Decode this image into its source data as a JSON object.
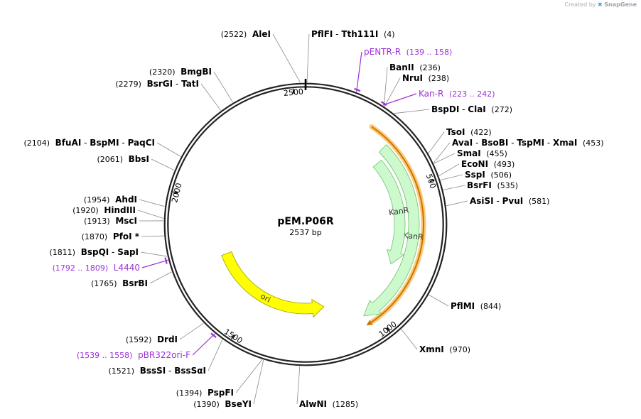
{
  "credit": {
    "prefix": "Created by",
    "brand": "SnapGene"
  },
  "plasmid": {
    "name": "pEM.P06R",
    "length_label": "2537 bp",
    "length": 2537
  },
  "ticks": [
    {
      "pos": 500,
      "label": "500"
    },
    {
      "pos": 1000,
      "label": "1000"
    },
    {
      "pos": 1500,
      "label": "1500"
    },
    {
      "pos": 2000,
      "label": "2000"
    },
    {
      "pos": 2500,
      "label": "2500"
    }
  ],
  "colors": {
    "primer": "#9b30d9",
    "kanr_fill": "#ccfacc",
    "kanr_stroke": "#6fc06f",
    "ori_fill": "#ffff00",
    "ori_stroke": "#a0a000",
    "orf": "#c87800",
    "orf_glow": "#ffc87a",
    "ring": "#222222",
    "leader": "#8a8a8a"
  },
  "features": [
    {
      "id": "kanr-outer",
      "label": "KanR",
      "start": 320,
      "end": 1040,
      "strand": 1,
      "color": "#ccfacc"
    },
    {
      "id": "kanr-inner",
      "label": "KanR",
      "start": 350,
      "end": 810,
      "strand": 1,
      "color": "#ccfacc"
    },
    {
      "id": "ori",
      "label": "ori",
      "start": 1180,
      "end": 1760,
      "strand": -1,
      "color": "#ffff00"
    }
  ],
  "orf": {
    "start": 240,
    "end": 1050
  },
  "sites": [
    {
      "kind": "enzyme",
      "pos": 2522,
      "parts": [
        "(2522)",
        "AleI"
      ]
    },
    {
      "kind": "enzyme",
      "pos": 4,
      "parts": [
        "PflFI",
        " - ",
        "Tth111I",
        "(4)"
      ]
    },
    {
      "kind": "primer",
      "pos": 148,
      "parts": [
        "pENTR-R",
        "(139 .. 158)"
      ]
    },
    {
      "kind": "enzyme",
      "pos": 236,
      "parts": [
        "BanII",
        "(236)"
      ]
    },
    {
      "kind": "enzyme",
      "pos": 238,
      "parts": [
        "NruI",
        "(238)"
      ]
    },
    {
      "kind": "primer",
      "pos": 232,
      "parts": [
        "Kan-R",
        "(223 .. 242)"
      ]
    },
    {
      "kind": "enzyme",
      "pos": 272,
      "parts": [
        "BspDI",
        " - ",
        "ClaI",
        "(272)"
      ]
    },
    {
      "kind": "enzyme",
      "pos": 422,
      "parts": [
        "TsoI",
        "(422)"
      ]
    },
    {
      "kind": "enzyme",
      "pos": 453,
      "parts": [
        "AvaI",
        " - ",
        "BsoBI",
        " - ",
        "TspMI",
        " - ",
        "XmaI",
        "(453)"
      ]
    },
    {
      "kind": "enzyme",
      "pos": 455,
      "parts": [
        "SmaI",
        "(455)"
      ]
    },
    {
      "kind": "enzyme",
      "pos": 493,
      "parts": [
        "EcoNI",
        "(493)"
      ]
    },
    {
      "kind": "enzyme",
      "pos": 506,
      "parts": [
        "SspI",
        "(506)"
      ]
    },
    {
      "kind": "enzyme",
      "pos": 535,
      "parts": [
        "BsrFI",
        "(535)"
      ]
    },
    {
      "kind": "enzyme",
      "pos": 581,
      "parts": [
        "AsiSI",
        " - ",
        "PvuI",
        "(581)"
      ]
    },
    {
      "kind": "enzyme",
      "pos": 844,
      "parts": [
        "PflMI",
        "(844)"
      ]
    },
    {
      "kind": "enzyme",
      "pos": 970,
      "parts": [
        "XmnI",
        "(970)"
      ]
    },
    {
      "kind": "enzyme",
      "pos": 1285,
      "parts": [
        "AlwNI",
        "(1285)"
      ]
    },
    {
      "kind": "enzyme",
      "pos": 1390,
      "parts": [
        "(1390)",
        "BseYI"
      ]
    },
    {
      "kind": "enzyme",
      "pos": 1394,
      "parts": [
        "(1394)",
        "PspFI"
      ]
    },
    {
      "kind": "enzyme",
      "pos": 1521,
      "parts": [
        "(1521)",
        "BssSI",
        " - ",
        "BssSαI"
      ]
    },
    {
      "kind": "primer",
      "pos": 1548,
      "parts": [
        "(1539 .. 1558)",
        "pBR322ori-F"
      ]
    },
    {
      "kind": "enzyme",
      "pos": 1592,
      "parts": [
        "(1592)",
        "DrdI"
      ]
    },
    {
      "kind": "enzyme",
      "pos": 1765,
      "parts": [
        "(1765)",
        "BsrBI"
      ]
    },
    {
      "kind": "primer",
      "pos": 1800,
      "parts": [
        "(1792 .. 1809)",
        "L4440"
      ]
    },
    {
      "kind": "enzyme",
      "pos": 1811,
      "parts": [
        "(1811)",
        "BspQI",
        " - ",
        "SapI"
      ]
    },
    {
      "kind": "enzyme",
      "pos": 1870,
      "parts": [
        "(1870)",
        "PfoI *"
      ]
    },
    {
      "kind": "enzyme",
      "pos": 1913,
      "parts": [
        "(1913)",
        "MscI"
      ]
    },
    {
      "kind": "enzyme",
      "pos": 1920,
      "parts": [
        "(1920)",
        "HindIII"
      ]
    },
    {
      "kind": "enzyme",
      "pos": 1954,
      "parts": [
        "(1954)",
        "AhdI"
      ]
    },
    {
      "kind": "enzyme",
      "pos": 2061,
      "parts": [
        "(2061)",
        "BbsI"
      ]
    },
    {
      "kind": "enzyme",
      "pos": 2104,
      "parts": [
        "(2104)",
        "BfuAI",
        " - ",
        "BspMI",
        " - ",
        "PaqCI"
      ]
    },
    {
      "kind": "enzyme",
      "pos": 2279,
      "parts": [
        "(2279)",
        "BsrGI",
        " - ",
        "TatI"
      ]
    },
    {
      "kind": "enzyme",
      "pos": 2320,
      "parts": [
        "(2320)",
        "BmgBI"
      ]
    }
  ]
}
